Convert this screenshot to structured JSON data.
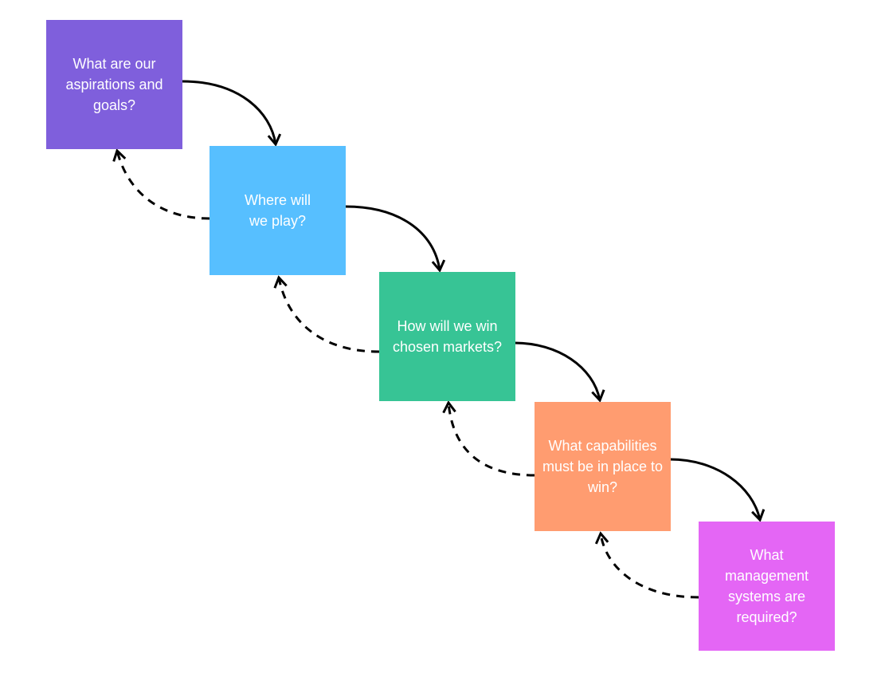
{
  "steps": [
    {
      "label": "What are our aspirations and goals?",
      "color": "#7f5fdc"
    },
    {
      "label": "Where will we play?",
      "color": "#57bfff"
    },
    {
      "label": "How will we win chosen markets?",
      "color": "#37c495"
    },
    {
      "label": "What capabilities must be in place to win?",
      "color": "#ff9c70"
    },
    {
      "label": "What management systems are required?",
      "color": "#e466f5"
    }
  ]
}
